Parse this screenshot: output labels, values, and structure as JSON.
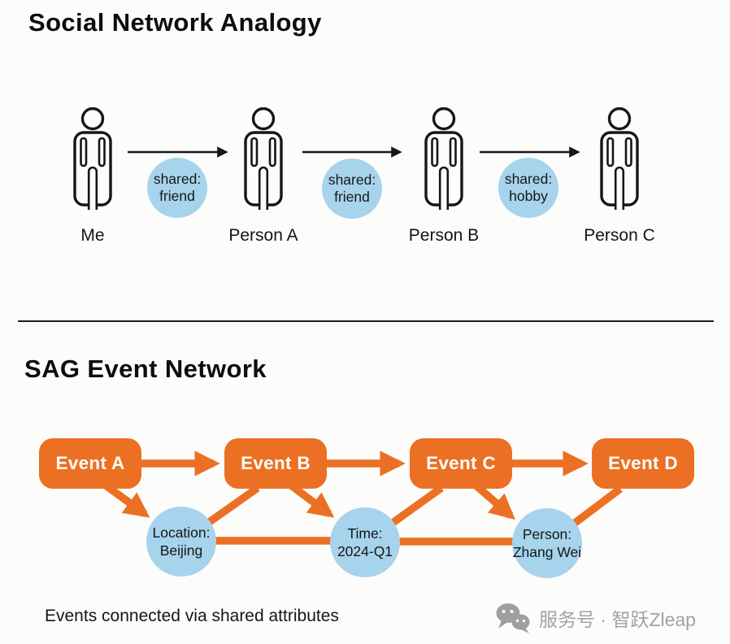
{
  "top": {
    "title": "Social Network Analogy",
    "persons": [
      {
        "label": "Me"
      },
      {
        "label": "Person A"
      },
      {
        "label": "Person B"
      },
      {
        "label": "Person C"
      }
    ],
    "shared_attributes": [
      {
        "line1": "shared:",
        "line2": "friend",
        "from": "Me",
        "to": "Person A"
      },
      {
        "line1": "shared:",
        "line2": "friend",
        "from": "Person A",
        "to": "Person B"
      },
      {
        "line1": "shared:",
        "line2": "hobby",
        "from": "Person B",
        "to": "Person C"
      }
    ]
  },
  "bottom": {
    "title": "SAG Event Network",
    "events": [
      {
        "label": "Event A"
      },
      {
        "label": "Event B"
      },
      {
        "label": "Event C"
      },
      {
        "label": "Event D"
      }
    ],
    "attributes": [
      {
        "line1": "Location:",
        "line2": "Beijing",
        "links": [
          "Event A",
          "Event B"
        ]
      },
      {
        "line1": "Time:",
        "line2": "2024-Q1",
        "links": [
          "Event B",
          "Event C"
        ]
      },
      {
        "line1": "Person:",
        "line2": "Zhang Wei",
        "links": [
          "Event C",
          "Event D"
        ]
      }
    ],
    "caption": "Events connected via shared attributes"
  },
  "watermark": {
    "icon": "wechat-icon",
    "text": "服务号 · 智跃Zleap"
  },
  "colors": {
    "accent_orange": "#eb7023",
    "accent_blue": "#a8d3ec",
    "line_black": "#161616",
    "watermark_gray": "#a2a2a2"
  }
}
